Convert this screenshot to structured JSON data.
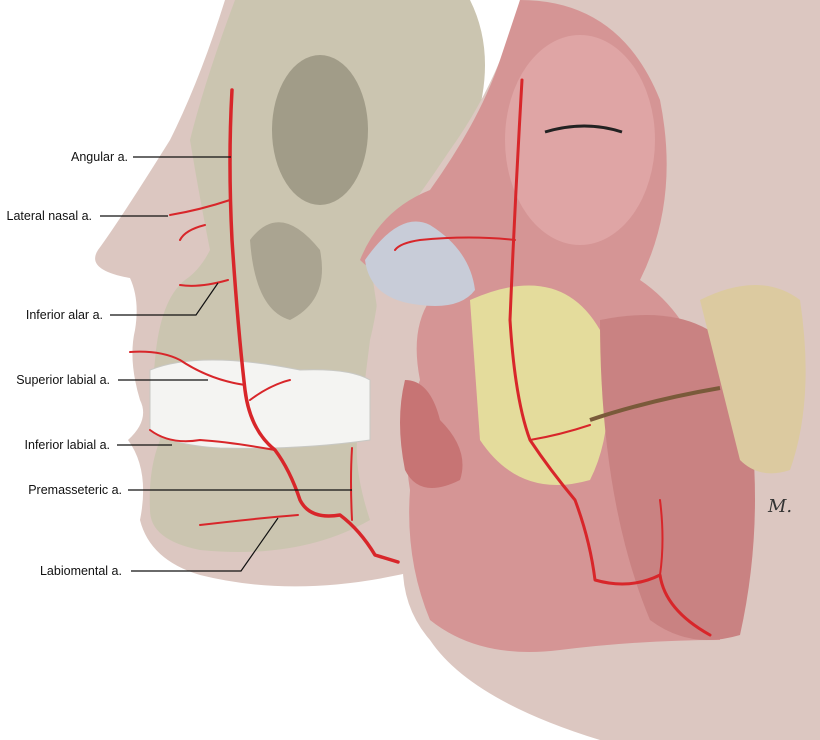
{
  "figure": {
    "labels": {
      "angular": "Angular a.",
      "lateral_nasal": "Lateral nasal a.",
      "inferior_alar": "Inferior alar a.",
      "superior_labial": "Superior labial a.",
      "inferior_labial": "Inferior labial a.",
      "premasseteric": "Premasseteric a.",
      "labiomental": "Labiomental a."
    },
    "signature": "M.",
    "colors": {
      "artery": "#d8262a",
      "skin": "#d9c3bd",
      "bone": "#c9c3ad",
      "muscle": "#d28e8e",
      "teeth": "#f4f4f2",
      "fat": "#e4dc9c"
    }
  }
}
